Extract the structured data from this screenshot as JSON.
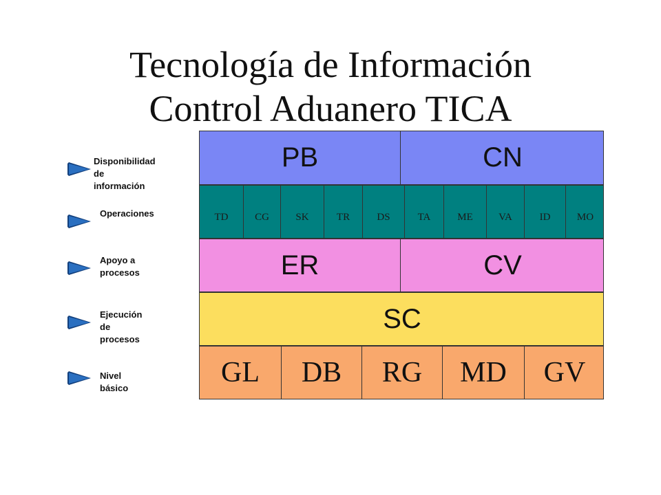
{
  "title": {
    "line1": "Tecnología de Información",
    "line2": "Control Aduanero TICA"
  },
  "levels": [
    {
      "label": "Disponibilidad\nde información"
    },
    {
      "label": "Operaciones"
    },
    {
      "label": "Apoyo a\nprocesos"
    },
    {
      "label": "Ejecución de\nprocesos"
    },
    {
      "label": "Nivel básico"
    }
  ],
  "layers": {
    "availability": [
      "PB",
      "CN"
    ],
    "operations": [
      "TD",
      "CG",
      "SK",
      "TR",
      "DS",
      "TA",
      "ME",
      "VA",
      "ID",
      "MO"
    ],
    "support": [
      "ER",
      "CV"
    ],
    "execution": [
      "SC"
    ],
    "basic": [
      "GL",
      "DB",
      "RG",
      "MD",
      "GV"
    ]
  },
  "colors": {
    "availability": "#7a86f5",
    "operations": "#008080",
    "support": "#f290e2",
    "execution": "#fcde5e",
    "basic": "#f9a86c",
    "arrow": "#1f5fa8"
  }
}
